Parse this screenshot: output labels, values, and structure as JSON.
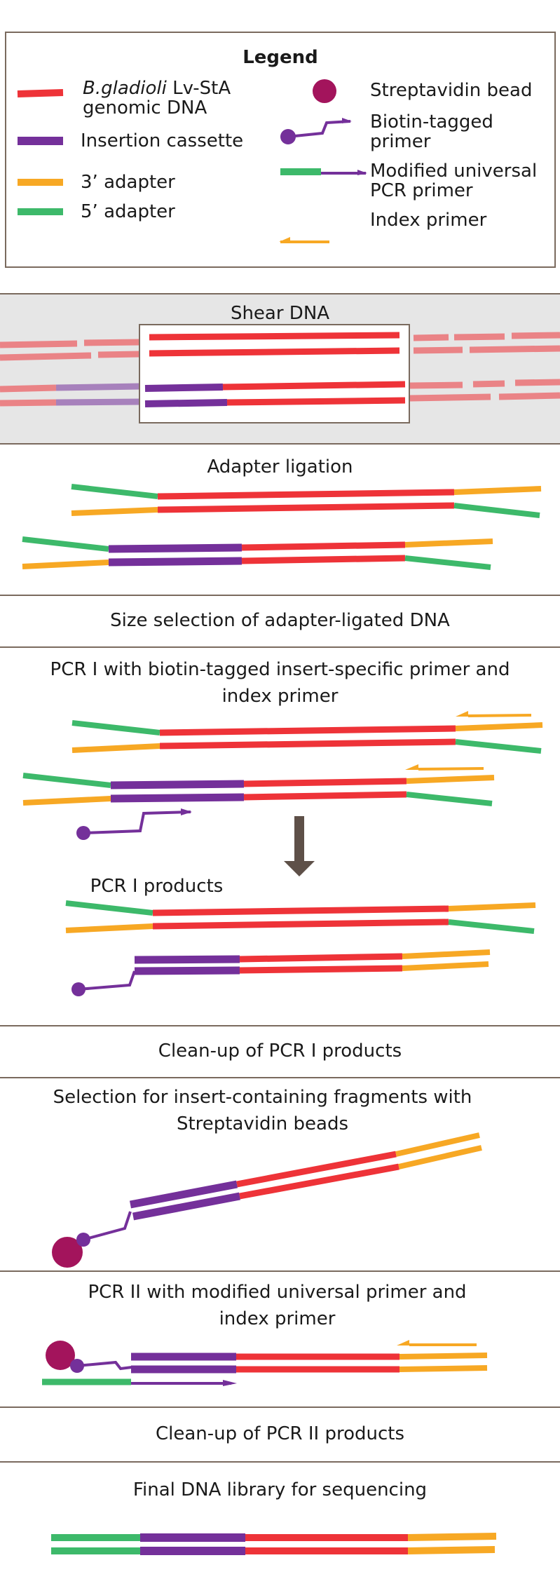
{
  "legend": {
    "title": "Legend",
    "items": [
      {
        "label_italic": "B.gladioli",
        "label_rest": " Lv-StA",
        "label_line2": "genomic DNA",
        "symbol": "red-line"
      },
      {
        "label": "Insertion cassette",
        "symbol": "purple-line"
      },
      {
        "label": "3’ adapter",
        "symbol": "orange-line"
      },
      {
        "label": "5’ adapter",
        "symbol": "green-line"
      },
      {
        "label": "Streptavidin bead",
        "symbol": "magenta-circle"
      },
      {
        "label_line1": "Biotin-tagged",
        "label_line2": "primer",
        "symbol": "biotin-primer"
      },
      {
        "label_line1": "Modified universal",
        "label_line2": "PCR primer",
        "symbol": "modified-primer"
      },
      {
        "label": "Index primer",
        "symbol": "orange-half-arrow"
      }
    ]
  },
  "steps": {
    "shear": "Shear DNA",
    "adapter": "Adapter ligation",
    "size": "Size selection of adapter-ligated DNA",
    "pcr1_line1": "PCR I with biotin-tagged insert-specific primer and",
    "pcr1_line2": "index primer",
    "pcr1_products": "PCR I products",
    "cleanup1": "Clean-up of PCR I products",
    "select_line1": "Selection for insert-containing fragments with",
    "select_line2": "Streptavidin beads",
    "pcr2_line1": "PCR II with modified universal primer and",
    "pcr2_line2": "index primer",
    "cleanup2": "Clean-up of PCR II products",
    "final": "Final DNA library for sequencing"
  },
  "colors": {
    "genomic": "#ee3338",
    "insertion": "#74309a",
    "adapter3": "#f7a824",
    "adapter5": "#3db96a",
    "bead": "#a3145c",
    "border": "#7a6a5e",
    "arrow": "#5e5048",
    "shear_bg": "#e6e6e6"
  }
}
